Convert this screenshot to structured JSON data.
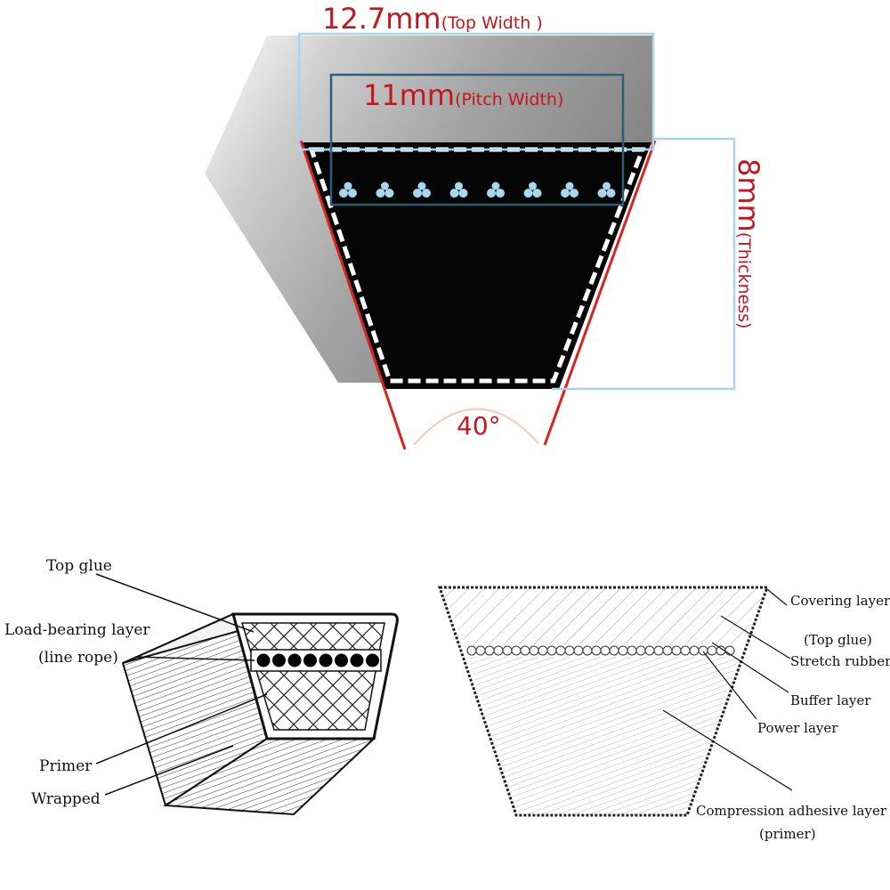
{
  "top": {
    "top_width_value": "12.7mm",
    "top_width_label": "(Top Width )",
    "pitch_width_value": "11mm",
    "pitch_width_label": "(Pitch Width)",
    "thickness_value": "8mm",
    "thickness_label": "(Thickness)",
    "angle": "40°"
  },
  "left_diagram": {
    "labels": [
      "Top glue",
      "Load-bearing layer",
      "(line rope)",
      "Primer",
      "Wrapped"
    ]
  },
  "right_diagram": {
    "labels": [
      "Covering layer",
      "(Top glue)",
      "Stretch rubber",
      "Buffer layer",
      "Power layer",
      "Compression adhesive layer",
      "(primer)"
    ]
  },
  "colors": {
    "dimension_red": "#c4161c",
    "outer_box": "#a9d4ec",
    "inner_box": "#2e5e78",
    "cord_dots": "#a8d8f0"
  }
}
